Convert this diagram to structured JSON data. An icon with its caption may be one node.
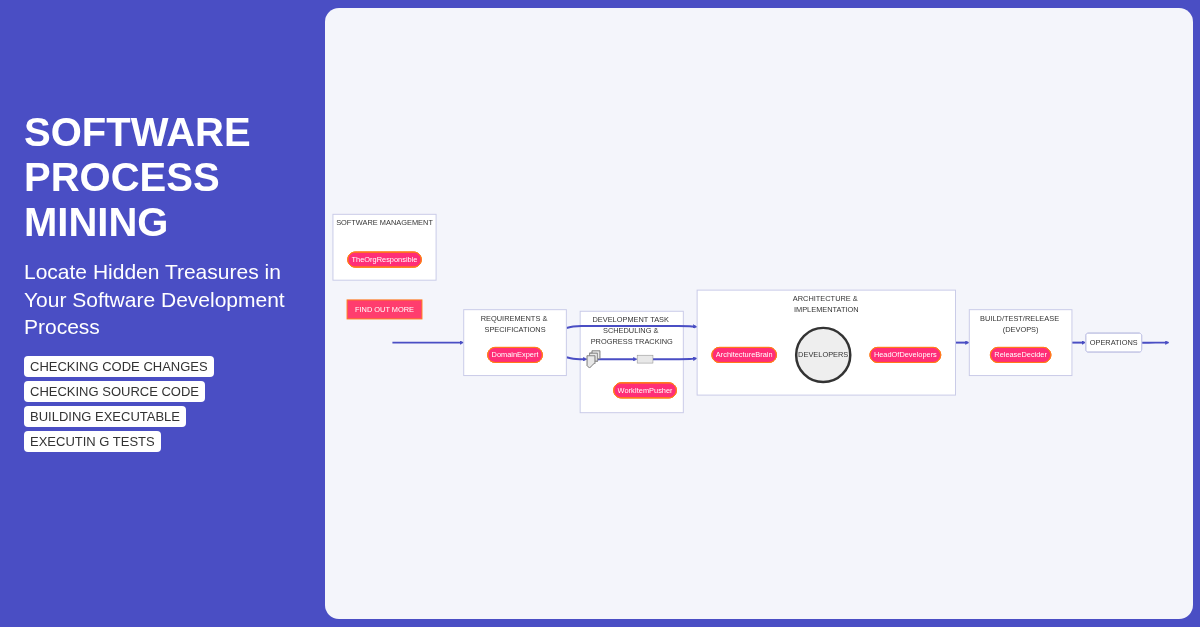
{
  "diagram": {
    "title": "SOFTWARE PROCESS MINING",
    "nodes": [
      {
        "text": [
          "SOFTWARE MANAGEMENT"
        ]
      },
      {
        "text": [
          "TheOrgResponsible"
        ],
        "in": 0
      },
      {
        "text": [
          "REQUIREMENTS & SPECIFICATIONS"
        ]
      },
      {
        "text": [
          "DomainExpert"
        ],
        "in": 2
      },
      {
        "text": [
          "ARCHITECTURE & IMPLEMENTATION"
        ]
      },
      {
        "text": [
          "ArchitectureBrain"
        ],
        "in": 4
      },
      {
        "text": [
          "DEVELOPERS"
        ],
        "in": 4
      },
      {
        "text": [
          "HeadOfDevelopers"
        ],
        "in": 4
      },
      {
        "text": [
          "BUILD/TEST/RELEASE (DEVOPS)"
        ]
      },
      {
        "text": [
          "ReleaseDecider"
        ],
        "in": 8
      },
      {
        "text": [
          "OPERATIONS"
        ]
      },
      {
        "text": [
          "DEVELOPMENT TASK SCHEDULING & PROGRESS TRACKING"
        ]
      },
      {
        "text": [],
        "shape": "document",
        "in": 11
      },
      {
        "text": [],
        "shape": "box",
        "in": 11
      },
      {
        "text": [
          "WorkItemPusher"
        ],
        "in": 11
      },
      {
        "text": [
          "FIND OUT MORE"
        ]
      }
    ],
    "edges": [
      {
        "from": null,
        "to": 2,
        "arrow": "to"
      },
      {
        "from": 2,
        "to": 4,
        "arrow": "to"
      },
      {
        "from": 4,
        "to": 8,
        "arrow": "to"
      },
      {
        "from": 8,
        "to": 10,
        "arrow": "to"
      },
      {
        "from": 10,
        "to": null,
        "arrow": "to"
      },
      {
        "from": 2,
        "to": 12,
        "arrow": "to"
      },
      {
        "from": 12,
        "to": 13,
        "arrow": "to"
      },
      {
        "from": 13,
        "to": 4,
        "arrow": "to"
      }
    ],
    "labels": [
      "Locate Hidden Treasures in Your Software Development Process",
      "CHECKING CODE CHANGES",
      "CHECKING SOURCE CODE",
      "BUILDING EXECUTABLE",
      "EXECUTIN G TESTS"
    ]
  }
}
